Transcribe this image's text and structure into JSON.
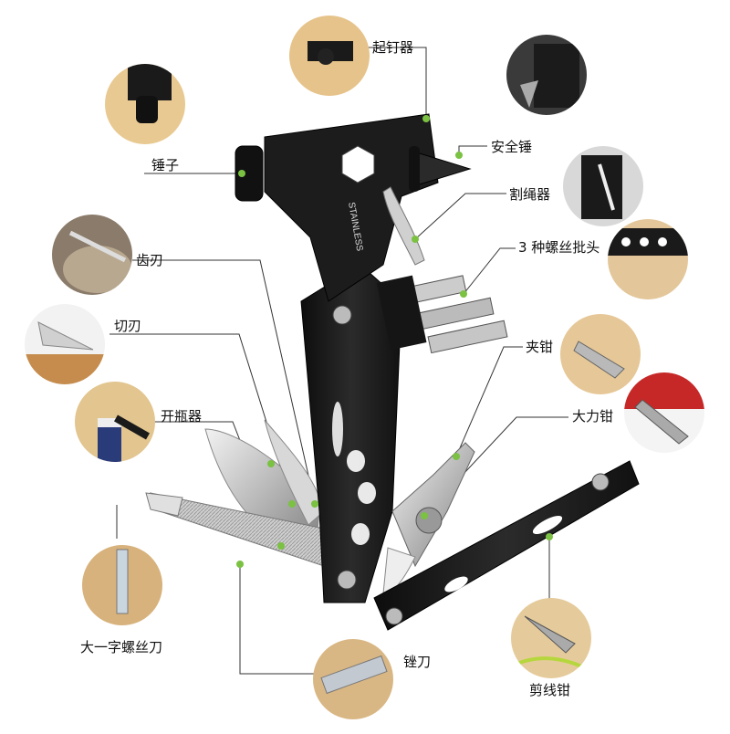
{
  "callouts": {
    "nail_puller": "起钉器",
    "hammer": "锤子",
    "safety_hammer": "安全锤",
    "rope_cutter": "割绳器",
    "serrated_blade": "齿刃",
    "screwdriver_bits": "3 种螺丝批头",
    "blade": "切刃",
    "pliers": "夹钳",
    "bottle_opener": "开瓶器",
    "locking_pliers": "大力钳",
    "flat_screwdriver": "大一字螺丝刀",
    "file": "锉刀",
    "wire_cutter": "剪线钳"
  },
  "tool": {
    "engraving": "STAINLESS",
    "colors": {
      "body": "#1a1a1a",
      "steel": "#c9c9c9",
      "dot": "#7bc142",
      "leader": "#333333"
    }
  }
}
